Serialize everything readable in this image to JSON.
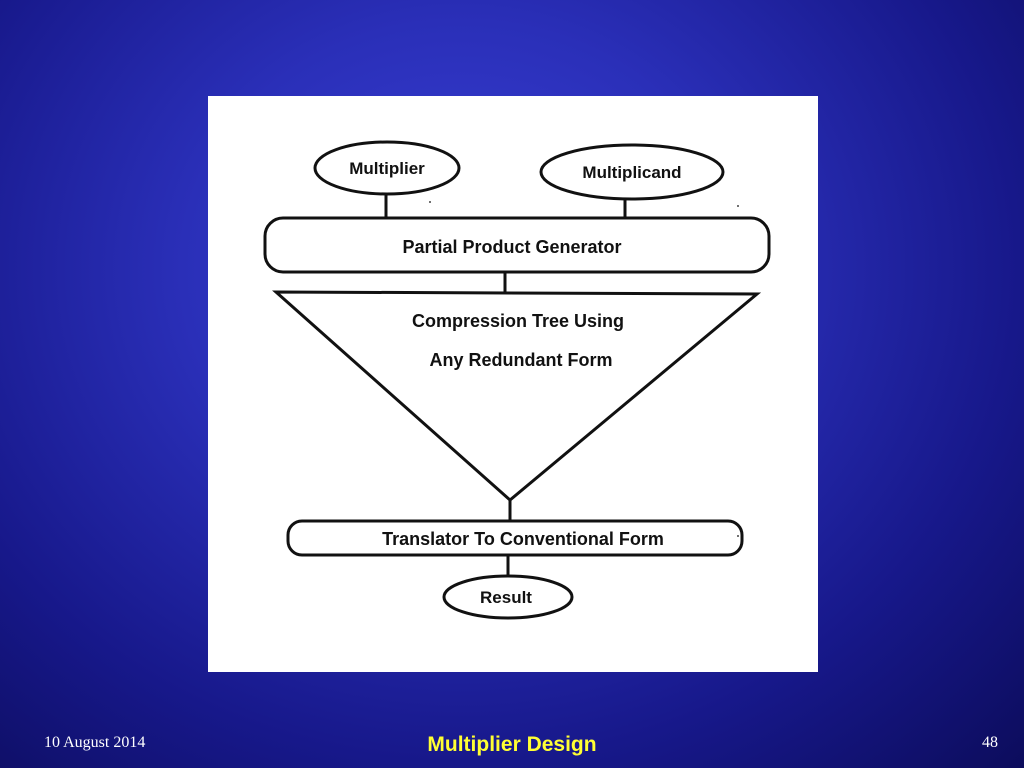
{
  "slide": {
    "date": "10 August 2014",
    "title": "Multiplier Design",
    "page_number": "48",
    "title_color": "#ffff33"
  },
  "diagram": {
    "inputs": {
      "multiplier": "Multiplier",
      "multiplicand": "Multiplicand"
    },
    "partial_product_generator": "Partial Product Generator",
    "compression_tree": {
      "line1": "Compression Tree Using",
      "line2": "Any Redundant Form"
    },
    "translator": "Translator To Conventional Form",
    "result": "Result"
  }
}
